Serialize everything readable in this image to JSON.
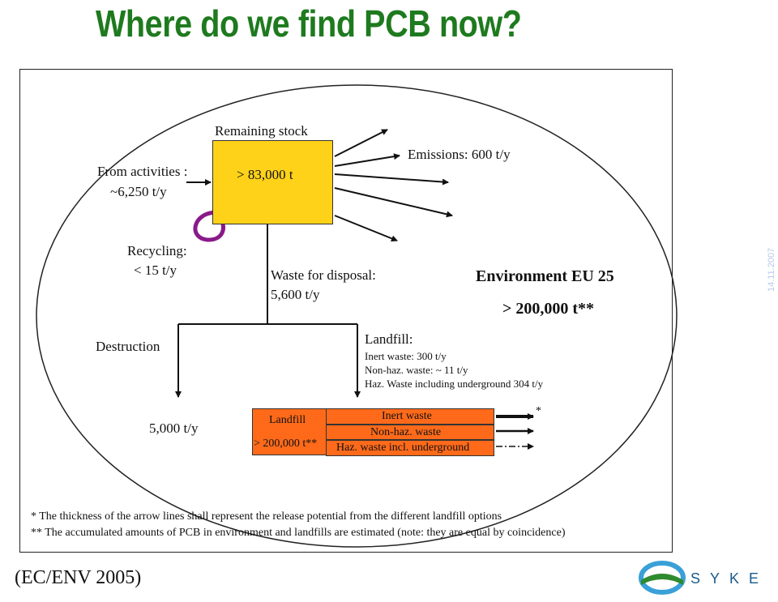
{
  "title": "Where do we find PCB now?",
  "diagram": {
    "remaining_stock": "Remaining stock",
    "stock_value": "> 83,000 t",
    "from_activities": "From activities :",
    "from_activities_value": "~6,250 t/y",
    "recycling": "Recycling:",
    "recycling_value": "< 15 t/y",
    "emissions": "Emissions: 600 t/y",
    "waste_disposal": "Waste for disposal:",
    "waste_disposal_value": "5,600 t/y",
    "environment": "Environment EU 25",
    "environment_value": "> 200,000 t**",
    "destruction": "Destruction",
    "destruction_value": "5,000 t/y",
    "landfill_label": "Landfill:",
    "landfill_details": [
      "Inert waste: 300 t/y",
      "Non-haz. waste: ~ 11 t/y",
      "Haz. Waste including underground 304 t/y"
    ],
    "landfill_box_title": "Landfill",
    "landfill_box_value": "> 200,000 t**",
    "landfill_types": [
      "Inert waste",
      "Non-haz. waste",
      "Haz. waste incl. underground"
    ],
    "arrow_note": "*",
    "footnotes": [
      "*  The thickness of the arrow lines shall represent the release potential from the different landfill options",
      "** The accumulated amounts of PCB in environment and landfills are estimated (note: they are equal by coincidence)"
    ]
  },
  "source": "(EC/ENV 2005)",
  "date": "14.11.2007",
  "logo_text": "SYKE",
  "colors": {
    "title": "#1e7a1e",
    "stock_box": "#ffd21a",
    "landfill_box": "#ff6a1a",
    "recycle_arrow": "#8a1a8a"
  }
}
